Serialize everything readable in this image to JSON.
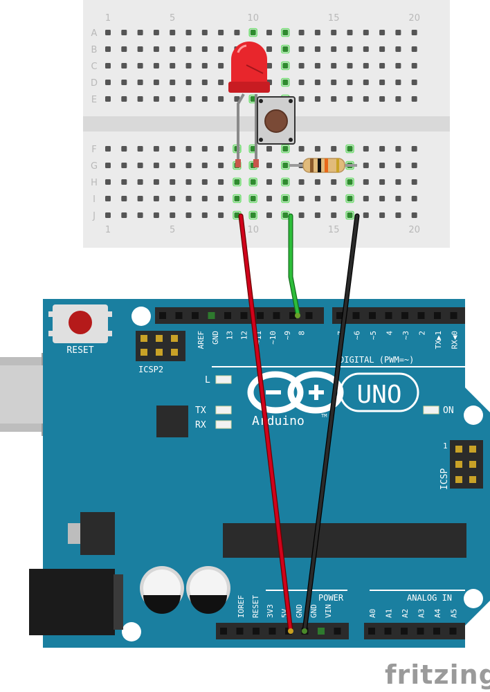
{
  "breadboard": {
    "columns": 20,
    "column_numbers": [
      "1",
      "5",
      "10",
      "15",
      "20"
    ],
    "rows_top": [
      "A",
      "B",
      "C",
      "D",
      "E"
    ],
    "rows_bottom": [
      "F",
      "G",
      "H",
      "I",
      "J"
    ]
  },
  "board": {
    "reset_label": "RESET",
    "icsp2_label": "ICSP2",
    "icsp_label": "ICSP",
    "icsp_pin1": "1",
    "uno_label": "UNO",
    "brand_label": "Arduino",
    "tm_label": "TM",
    "digital_label": "DIGITAL (PWM=~)",
    "led_l_label": "L",
    "tx_label": "TX",
    "rx_label": "RX",
    "on_label": "ON",
    "power_label": "POWER",
    "analog_label": "ANALOG IN",
    "digital_pins_left": [
      "AREF",
      "GND",
      "13",
      "12",
      "~11",
      "~10",
      "~9",
      "8"
    ],
    "digital_pins_right": [
      "7",
      "~6",
      "~5",
      "4",
      "~3",
      "2",
      "TX▶1",
      "RX◀0"
    ],
    "power_pins": [
      "IOREF",
      "RESET",
      "3V3",
      "5V",
      "GND",
      "GND",
      "VIN"
    ],
    "analog_pins": [
      "A0",
      "A1",
      "A2",
      "A3",
      "A4",
      "A5"
    ]
  },
  "wires": [
    {
      "name": "red-wire",
      "color": "#d0021b"
    },
    {
      "name": "green-wire",
      "color": "#2dbd3a"
    },
    {
      "name": "black-wire",
      "color": "#1c1c1c"
    }
  ],
  "colors": {
    "board_teal": "#1a7fa0",
    "breadboard_bg": "#ebebeb",
    "led_red": "#e8262c",
    "button_cap": "#7a4a36",
    "header_black": "#2b2b2b",
    "highlight_green": "#3cbf3c"
  },
  "watermark": "fritzing"
}
